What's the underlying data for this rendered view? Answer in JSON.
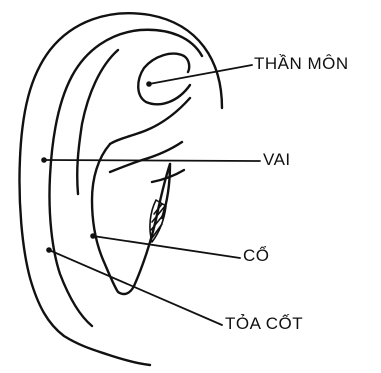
{
  "diagram": {
    "labels": {
      "than_mon": "THẦN MÔN",
      "vai": "VAI",
      "co": "CỔ",
      "toa_cot": "TỎA CỐT"
    },
    "colors": {
      "ink": "#111111",
      "background": "#ffffff"
    }
  }
}
